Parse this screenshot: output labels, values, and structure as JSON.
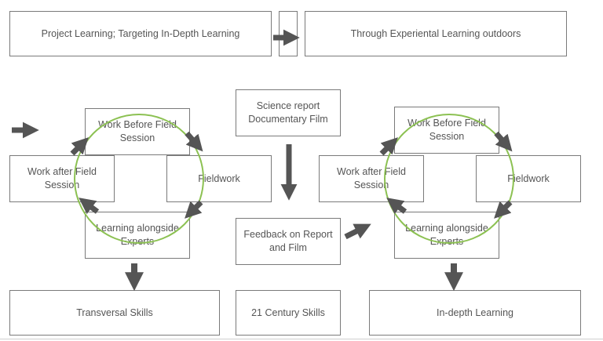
{
  "header": {
    "left_box": "Project Learning; Targeting In-Depth Learning",
    "right_box": "Through Experiental Learning outdoors"
  },
  "cycle_left": {
    "top": "Work Before Field Session",
    "right": "Fieldwork",
    "bottom": "Learning alongside Experts",
    "left": "Work after Field Session"
  },
  "middle": {
    "top_box": "Science report Documentary Film",
    "bottom_box": "Feedback on Report and Film"
  },
  "cycle_right": {
    "top": "Work Before Field Session",
    "right": "Fieldwork",
    "bottom": "Learning alongside Experts",
    "left": "Work after Field Session"
  },
  "outcomes": {
    "left": "Transversal Skills",
    "middle": "21 Century Skills",
    "right": "In-depth Learning"
  },
  "colors": {
    "box_border": "#7a7a7a",
    "arrow": "#555555",
    "cycle_ring": "#8cc152",
    "text": "#555555"
  }
}
